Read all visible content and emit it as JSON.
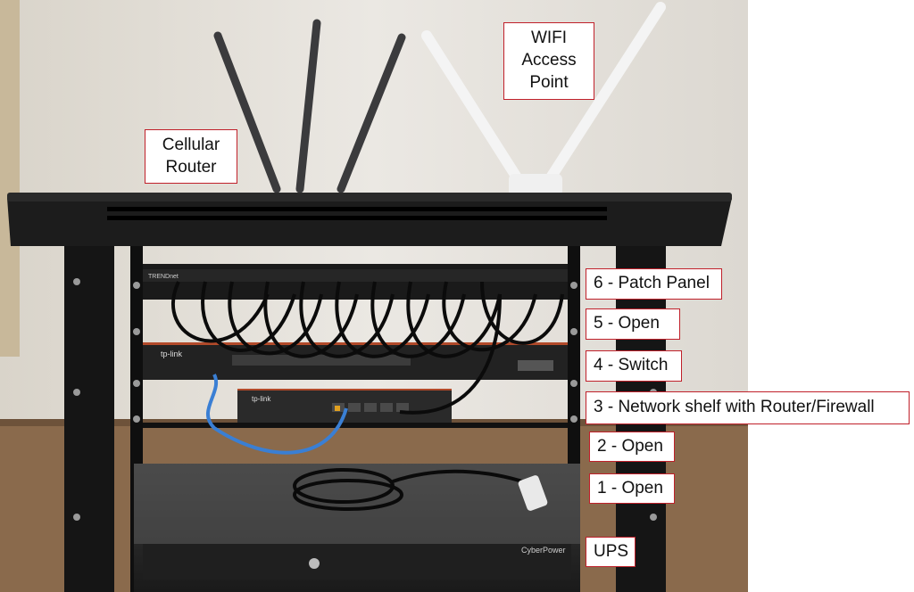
{
  "labels": {
    "cellular_router": [
      "Cellular",
      "Router"
    ],
    "wifi_access_point": [
      "WIFI",
      "Access",
      "Point"
    ],
    "patch_panel": "6 - Patch Panel",
    "open_5": "5 - Open",
    "switch": "4 - Switch",
    "network_shelf": "3 - Network shelf with Router/Firewall",
    "open_2": "2 - Open",
    "open_1": "1 - Open",
    "ups": "UPS"
  },
  "device_text": {
    "patch_panel_brand": "TRENDnet",
    "switch_brand": "tp-link",
    "router_brand": "tp-link",
    "ups_brand": "CyberPower"
  },
  "colors": {
    "label_border": "#c0202a",
    "rack_black": "#151515",
    "wall": "#e6e3dd",
    "table": "#8a6a4c",
    "cable_black": "#0b0b0b",
    "cable_blue": "#3a7fd4"
  }
}
